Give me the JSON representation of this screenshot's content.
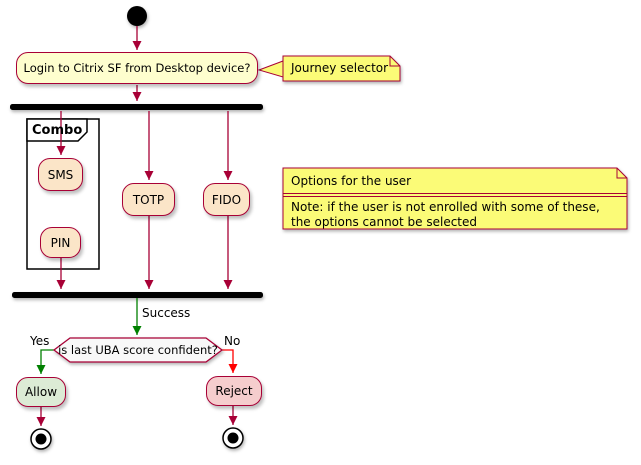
{
  "diagram_type": "activity-flowchart",
  "colors": {
    "accent_border": "#A80036",
    "activity_yellow": "#FEFECE",
    "activity_peach": "#FBE5C8",
    "allow_green_fill": "#DCEBD5",
    "reject_pink_fill": "#F5CDCD",
    "note_yellow": "#FBFB77",
    "success_edge_green": "#008000",
    "no_edge_red": "#FF0000",
    "bar_black": "#000000"
  },
  "login": {
    "label": "Login to Citrix SF from Desktop device?"
  },
  "journey_note": {
    "label": "Journey selector"
  },
  "partition": {
    "label": "Combo"
  },
  "sms": {
    "label": "SMS"
  },
  "pin": {
    "label": "PIN"
  },
  "totp": {
    "label": "TOTP"
  },
  "fido": {
    "label": "FIDO"
  },
  "options_note": {
    "title": "Options for the user",
    "body_line1": "Note: if the user is not enrolled with some of these,",
    "body_line2": "the options cannot be selected"
  },
  "decision": {
    "label": "is last UBA score confident?"
  },
  "edges": {
    "success": "Success",
    "yes": "Yes",
    "no": "No"
  },
  "allow": {
    "label": "Allow"
  },
  "reject": {
    "label": "Reject"
  }
}
